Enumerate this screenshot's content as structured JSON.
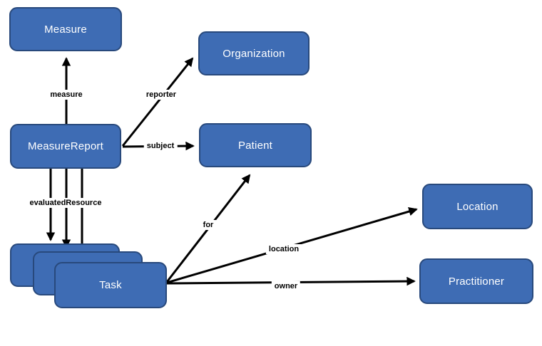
{
  "diagram": {
    "nodes": {
      "measure": {
        "label": "Measure"
      },
      "organization": {
        "label": "Organization"
      },
      "measure_report": {
        "label": "MeasureReport"
      },
      "patient": {
        "label": "Patient"
      },
      "location": {
        "label": "Location"
      },
      "practitioner": {
        "label": "Practitioner"
      },
      "task": {
        "label": "Task",
        "stacked_copies": 3
      }
    },
    "edges": {
      "measure": {
        "label": "measure",
        "from": "MeasureReport",
        "to": "Measure"
      },
      "reporter": {
        "label": "reporter",
        "from": "MeasureReport",
        "to": "Organization"
      },
      "subject": {
        "label": "subject",
        "from": "MeasureReport",
        "to": "Patient"
      },
      "evaluated_resource": {
        "label": "evaluatedResource",
        "from": "MeasureReport",
        "to": "Task",
        "line_count": 3
      },
      "for": {
        "label": "for",
        "from": "Task",
        "to": "Patient"
      },
      "location": {
        "label": "location",
        "from": "Task",
        "to": "Location"
      },
      "owner": {
        "label": "owner",
        "from": "Task",
        "to": "Practitioner"
      }
    }
  },
  "colors": {
    "node_fill": "#3e6cb4",
    "node_border": "#28497c",
    "node_text": "#ffffff",
    "arrow": "#000000",
    "edge_label_text": "#000000",
    "background": "#ffffff"
  }
}
